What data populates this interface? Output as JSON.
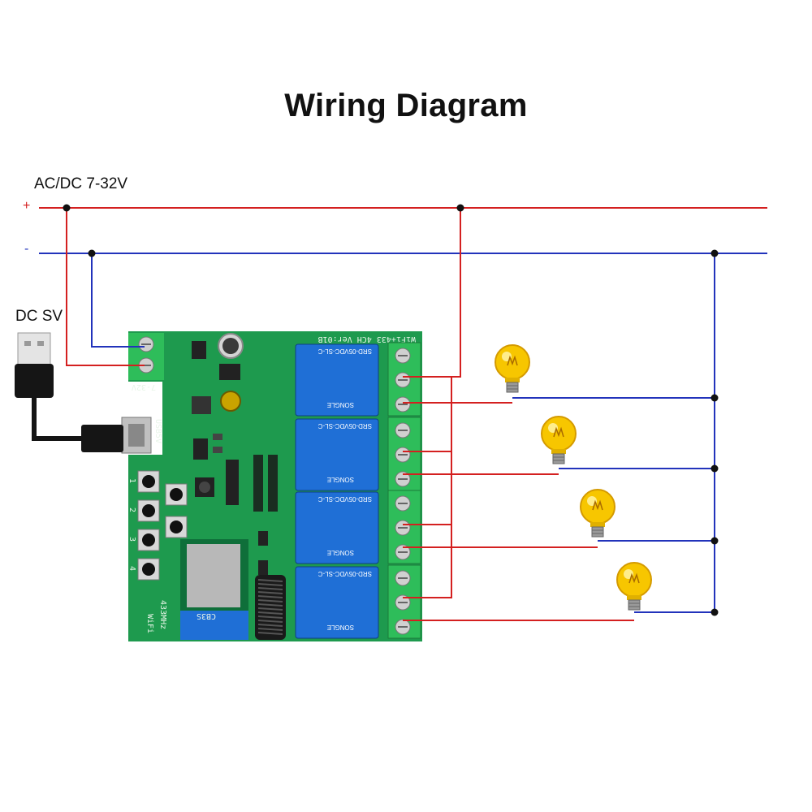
{
  "title": "Wiring Diagram",
  "supply_label": "AC/DC 7-32V",
  "plus_sign": "+",
  "minus_sign": "-",
  "usb_label": "DC SV",
  "colors": {
    "positive_wire": "#d42020",
    "negative_wire": "#2233bb",
    "pcb_green": "#1e9a4e",
    "relay_blue": "#1f6fd6",
    "terminal_green": "#2ebd5a",
    "bulb_yellow": "#f7c600"
  },
  "board": {
    "header_text": "WiFi+433  4CH  Ver:01B",
    "power_terminal_text": "7-32V",
    "usb_port_text": "USB5V",
    "antenna_text": "433MHz",
    "wifi_text": "WiFi",
    "button_numbers": [
      "1",
      "2",
      "3",
      "4"
    ],
    "module_text": "CB3S"
  },
  "relays": [
    {
      "model": "SRD-05VDC-SL-C",
      "brand": "SONGLE"
    },
    {
      "model": "SRD-05VDC-SL-C",
      "brand": "SONGLE"
    },
    {
      "model": "SRD-05VDC-SL-C",
      "brand": "SONGLE"
    },
    {
      "model": "SRD-05VDC-SL-C",
      "brand": "SONGLE"
    }
  ],
  "bulbs": 4
}
